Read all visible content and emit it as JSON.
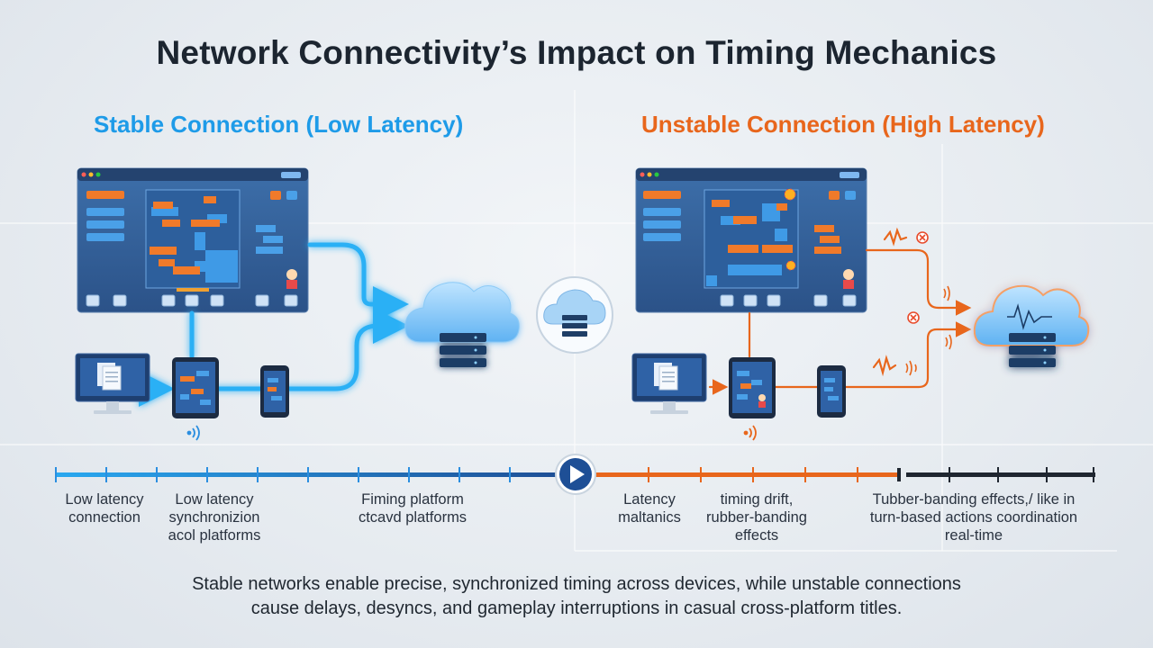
{
  "title": "Network Connectivity’s Impact on Timing Mechanics",
  "stable": {
    "heading": "Stable Connection (Low Latency)",
    "color": "#1e9be8",
    "devices": [
      "game-window",
      "desktop-monitor",
      "tablet",
      "smartphone",
      "cloud-server"
    ]
  },
  "unstable": {
    "heading": "Unstable Connection (High Latency)",
    "color": "#e8661c",
    "devices": [
      "game-window",
      "desktop-monitor",
      "tablet",
      "smartphone",
      "cloud-server"
    ]
  },
  "center_icon": "cloud-server-icon",
  "timeline": {
    "labels": [
      {
        "line1": "Low latency",
        "line2": "connection"
      },
      {
        "line1": "Low latency",
        "line2": "synchronizion",
        "line3": "acol platforms"
      },
      {
        "line1": "Fiming platform",
        "line2": "ctcavd platforms"
      },
      {
        "line1": "Latency",
        "line2": "maltanics"
      },
      {
        "line1": "timing drift,",
        "line2": "rubber-banding",
        "line3": "effects"
      },
      {
        "line1": "Tubber-banding effects,/ like in",
        "line2": "turn-based actions coordination",
        "line3": "real-time"
      }
    ],
    "play_icon": "play-icon"
  },
  "caption": {
    "line1": "Stable networks enable precise, synchronized timing across devices, while unstable connections",
    "line2": "cause delays, desyncs, and gameplay interruptions in casual cross-platform titles."
  }
}
